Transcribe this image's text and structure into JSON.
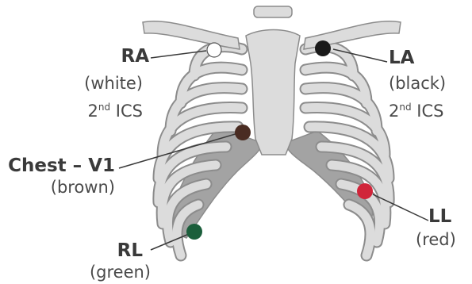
{
  "colors": {
    "bone_fill": "#dcdcdc",
    "bone_stroke": "#8c8c8c",
    "cartilage": "#a3a3a3",
    "background": "#ffffff"
  },
  "labels": {
    "ra": {
      "name": "RA",
      "color_word": "(white)",
      "position": "2",
      "position_sup": "nd",
      "position_tail": " ICS",
      "electrode_color": "#ffffff"
    },
    "la": {
      "name": "LA",
      "color_word": "(black)",
      "position": "2",
      "position_sup": "nd",
      "position_tail": " ICS",
      "electrode_color": "#1a1a1a"
    },
    "v1": {
      "name": "Chest – V1",
      "color_word": "(brown)",
      "electrode_color": "#4a2c22"
    },
    "ll": {
      "name": "LL",
      "color_word": "(red)",
      "electrode_color": "#d0253a"
    },
    "rl": {
      "name": "RL",
      "color_word": "(green)",
      "electrode_color": "#1b5e3b"
    }
  }
}
